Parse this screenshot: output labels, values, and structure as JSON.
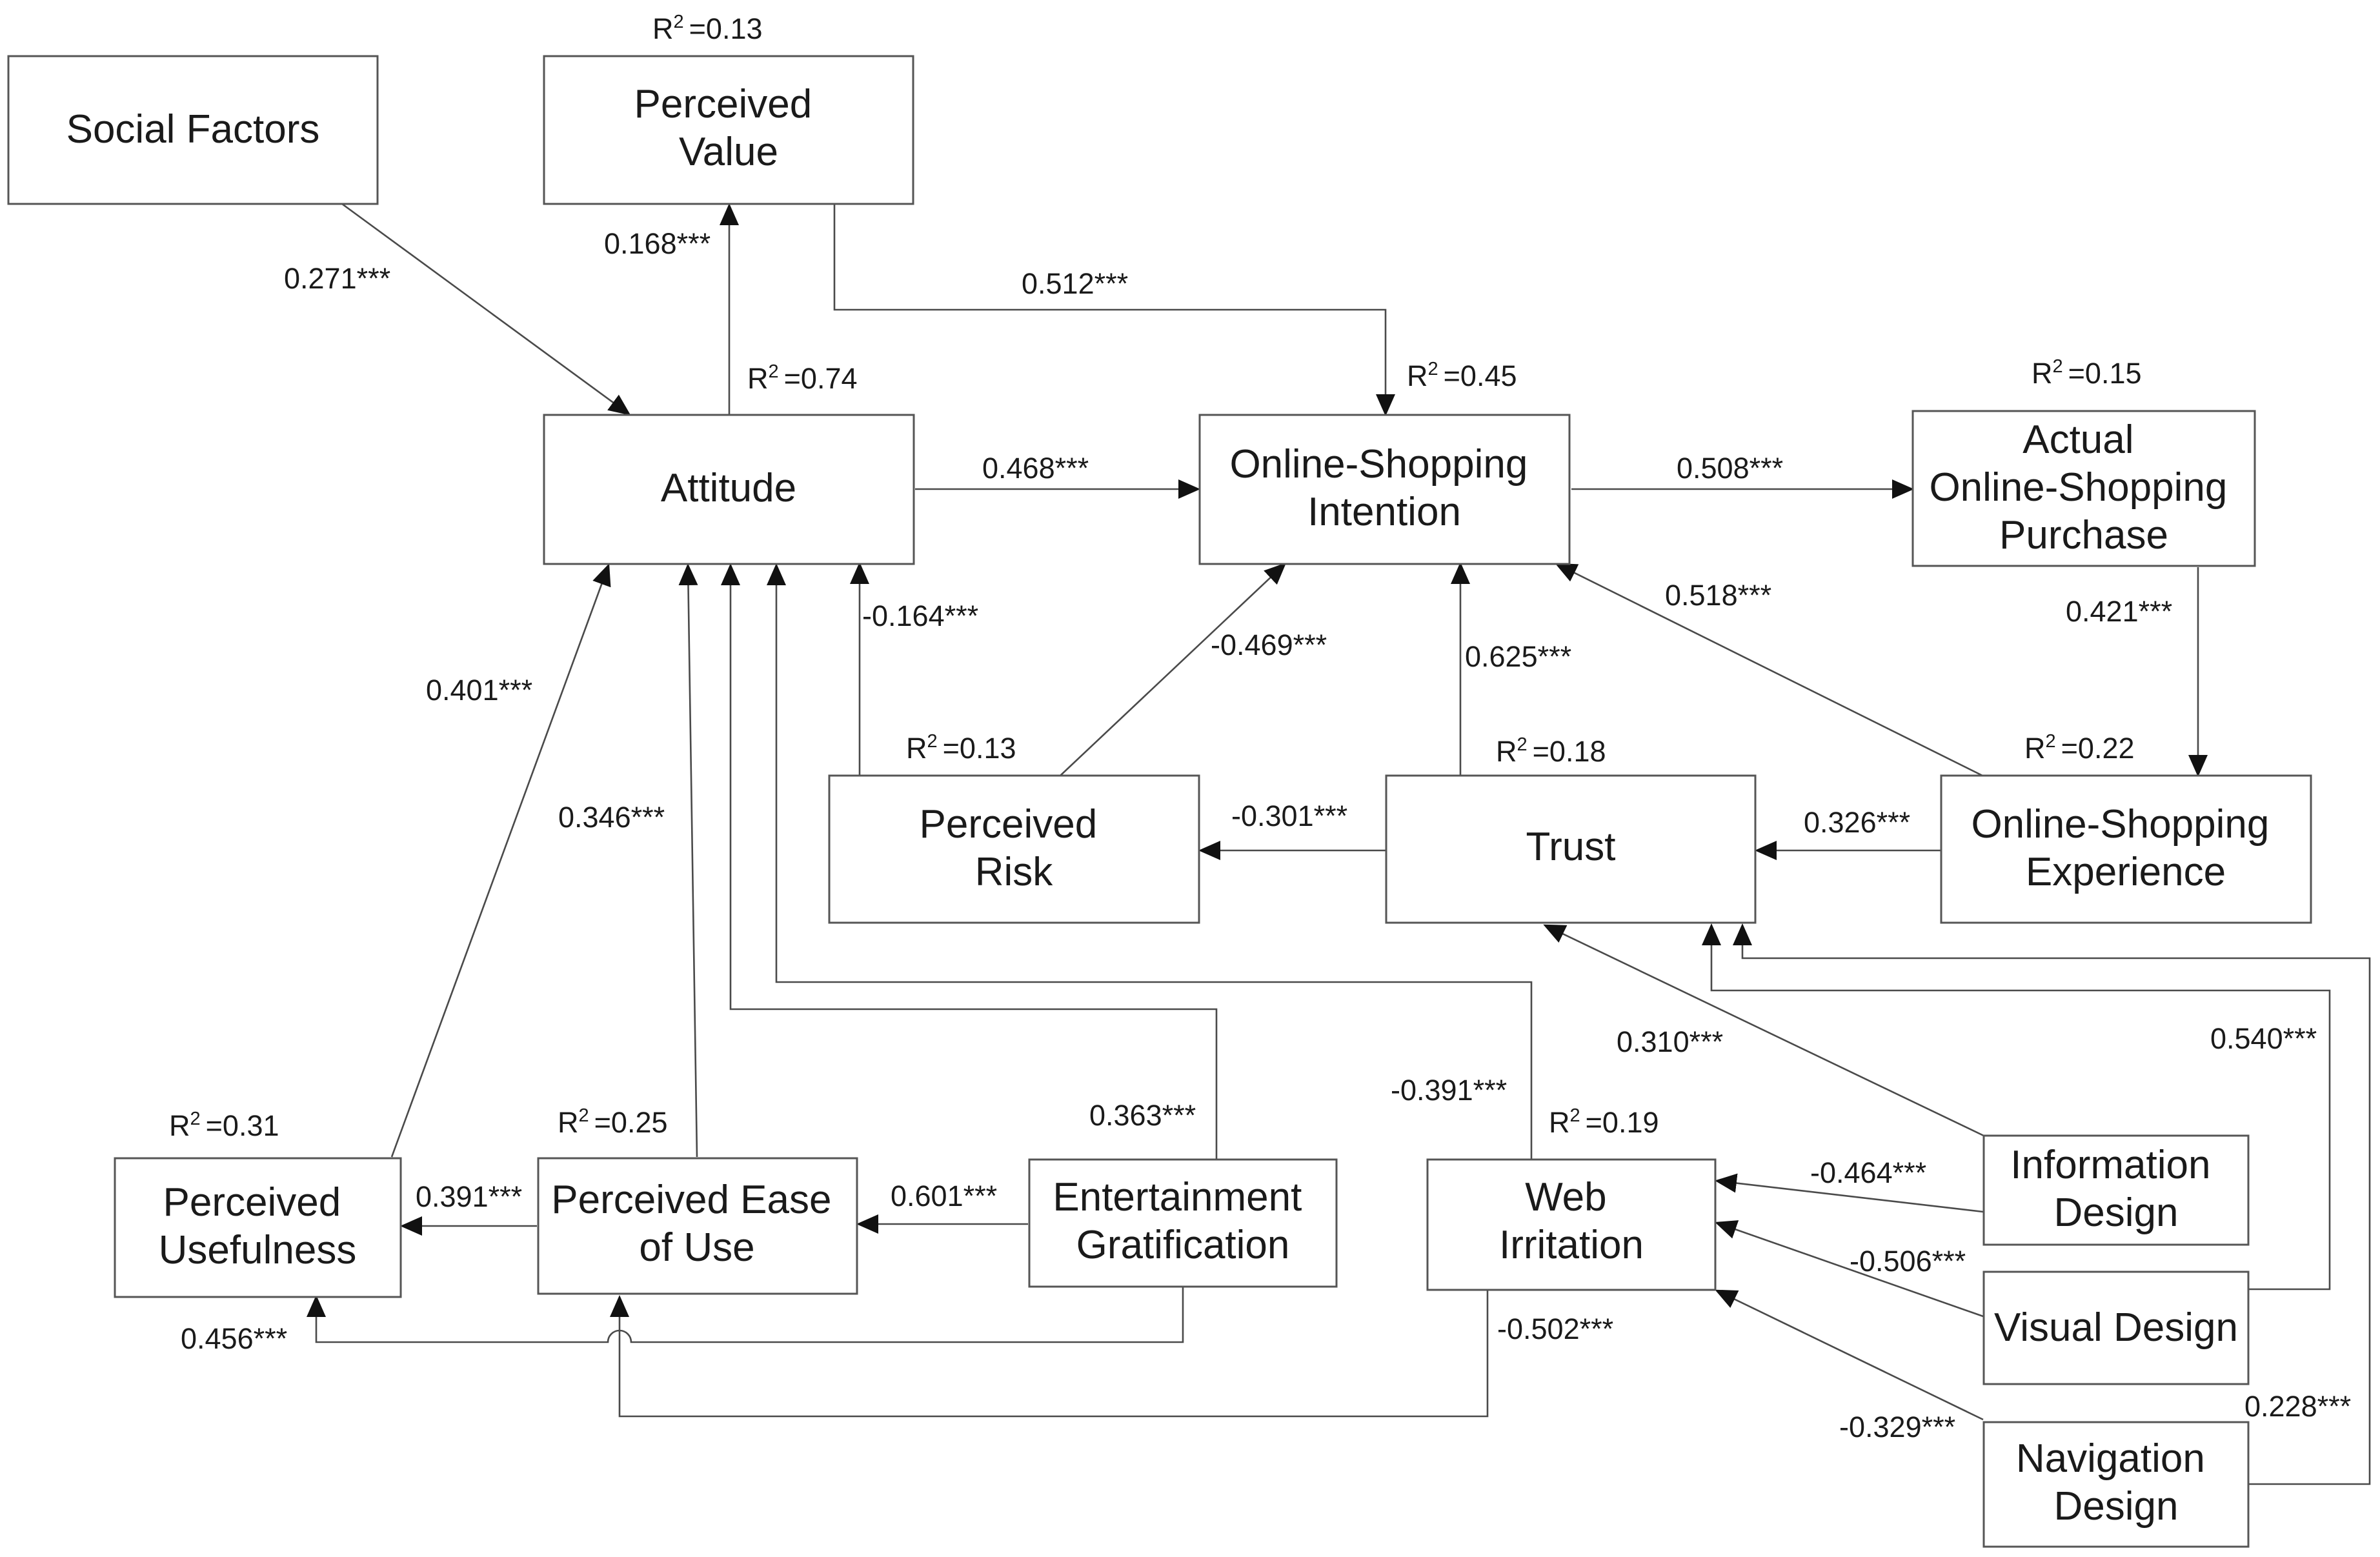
{
  "nodes": {
    "social_factors": {
      "lines": [
        "Social Factors"
      ]
    },
    "perceived_value": {
      "lines": [
        "Perceived",
        "Value"
      ],
      "r2": "=0.13"
    },
    "attitude": {
      "lines": [
        "Attitude"
      ],
      "r2": "=0.74"
    },
    "intention": {
      "lines": [
        "Online-Shopping",
        "Intention"
      ],
      "r2": "=0.45"
    },
    "purchase": {
      "lines": [
        "Actual",
        "Online-Shopping",
        "Purchase"
      ],
      "r2": "=0.15"
    },
    "perceived_risk": {
      "lines": [
        "Perceived",
        "Risk"
      ],
      "r2": "=0.13"
    },
    "trust": {
      "lines": [
        "Trust"
      ],
      "r2": "=0.18"
    },
    "experience": {
      "lines": [
        "Online-Shopping",
        "Experience"
      ],
      "r2": "=0.22"
    },
    "usefulness": {
      "lines": [
        "Perceived",
        "Usefulness"
      ],
      "r2": "=0.31"
    },
    "ease_of_use": {
      "lines": [
        "Perceived Ease",
        "of Use"
      ],
      "r2": "=0.25"
    },
    "entertainment": {
      "lines": [
        "Entertainment",
        "Gratification"
      ]
    },
    "web_irritation": {
      "lines": [
        "Web",
        "Irritation"
      ],
      "r2": "=0.19"
    },
    "information_design": {
      "lines": [
        "Information",
        "Design"
      ]
    },
    "visual_design": {
      "lines": [
        "Visual Design"
      ]
    },
    "navigation_design": {
      "lines": [
        "Navigation",
        "Design"
      ]
    }
  },
  "r2_symbol": "R",
  "r2_exponent": "2",
  "edges": [
    {
      "id": "social-attitude",
      "from": "Social Factors",
      "to": "Attitude",
      "coefficient": "0.271***"
    },
    {
      "id": "attitude-value",
      "from": "Attitude",
      "to": "Perceived Value",
      "coefficient": "0.168***"
    },
    {
      "id": "value-intention",
      "from": "Perceived Value",
      "to": "Online-Shopping Intention",
      "coefficient": "0.512***"
    },
    {
      "id": "attitude-intention",
      "from": "Attitude",
      "to": "Online-Shopping Intention",
      "coefficient": "0.468***"
    },
    {
      "id": "intention-purchase",
      "from": "Online-Shopping Intention",
      "to": "Actual Online-Shopping Purchase",
      "coefficient": "0.508***"
    },
    {
      "id": "purchase-experience",
      "from": "Actual Online-Shopping Purchase",
      "to": "Online-Shopping Experience",
      "coefficient": "0.421***"
    },
    {
      "id": "experience-intention",
      "from": "Online-Shopping Experience",
      "to": "Online-Shopping Intention",
      "coefficient": "0.518***"
    },
    {
      "id": "risk-attitude",
      "from": "Perceived Risk",
      "to": "Attitude",
      "coefficient": "-0.164***"
    },
    {
      "id": "risk-intention",
      "from": "Perceived Risk",
      "to": "Online-Shopping Intention",
      "coefficient": "-0.469***"
    },
    {
      "id": "trust-intention",
      "from": "Trust",
      "to": "Online-Shopping Intention",
      "coefficient": "0.625***"
    },
    {
      "id": "trust-risk",
      "from": "Trust",
      "to": "Perceived Risk",
      "coefficient": "-0.301***"
    },
    {
      "id": "experience-trust",
      "from": "Online-Shopping Experience",
      "to": "Trust",
      "coefficient": "0.326***"
    },
    {
      "id": "usefulness-attitude",
      "from": "Perceived Usefulness",
      "to": "Attitude",
      "coefficient": "0.401***"
    },
    {
      "id": "ease-attitude",
      "from": "Perceived Ease of Use",
      "to": "Attitude",
      "coefficient": "0.346***"
    },
    {
      "id": "entertainment-attitude",
      "from": "Entertainment Gratification",
      "to": "Attitude",
      "coefficient": "0.363***"
    },
    {
      "id": "irritation-attitude",
      "from": "Web Irritation",
      "to": "Attitude",
      "coefficient": "-0.391***"
    },
    {
      "id": "ease-usefulness",
      "from": "Perceived Ease of Use",
      "to": "Perceived Usefulness",
      "coefficient": "0.391***"
    },
    {
      "id": "entertainment-ease",
      "from": "Entertainment Gratification",
      "to": "Perceived Ease of Use",
      "coefficient": "0.601***"
    },
    {
      "id": "entertainment-usefulness",
      "from": "Entertainment Gratification",
      "to": "Perceived Usefulness",
      "coefficient": "0.456***"
    },
    {
      "id": "irritation-ease",
      "from": "Web Irritation",
      "to": "Perceived Ease of Use",
      "coefficient": "-0.502***"
    },
    {
      "id": "information-trust",
      "from": "Information Design",
      "to": "Trust",
      "coefficient": "0.310***"
    },
    {
      "id": "visual-trust",
      "from": "Visual Design",
      "to": "Trust",
      "coefficient": "0.540***"
    },
    {
      "id": "navigation-trust",
      "from": "Navigation Design",
      "to": "Trust",
      "coefficient": "0.228***"
    },
    {
      "id": "information-irritation",
      "from": "Information Design",
      "to": "Web Irritation",
      "coefficient": "-0.464***"
    },
    {
      "id": "visual-irritation",
      "from": "Visual Design",
      "to": "Web Irritation",
      "coefficient": "-0.506***"
    },
    {
      "id": "navigation-irritation",
      "from": "Navigation Design",
      "to": "Web Irritation",
      "coefficient": "-0.329***"
    }
  ]
}
